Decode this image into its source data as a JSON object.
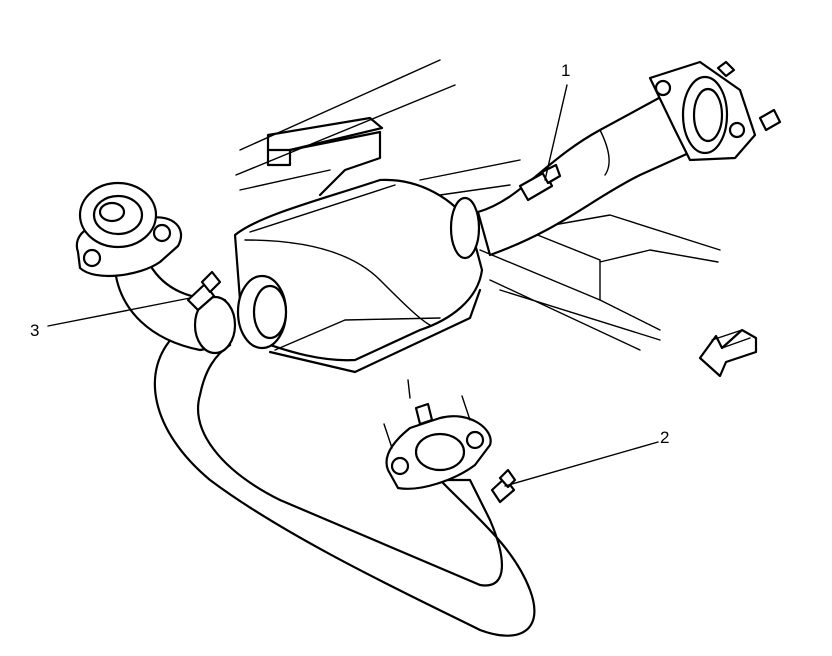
{
  "diagram": {
    "callouts": [
      {
        "id": "1",
        "label": "1"
      },
      {
        "id": "2",
        "label": "2"
      },
      {
        "id": "3",
        "label": "3"
      }
    ],
    "colors": {
      "line": "#000000",
      "fill": "#ffffff",
      "background": "#ffffff"
    },
    "icons": {
      "direction_arrow": "forward-arrow-icon"
    }
  }
}
